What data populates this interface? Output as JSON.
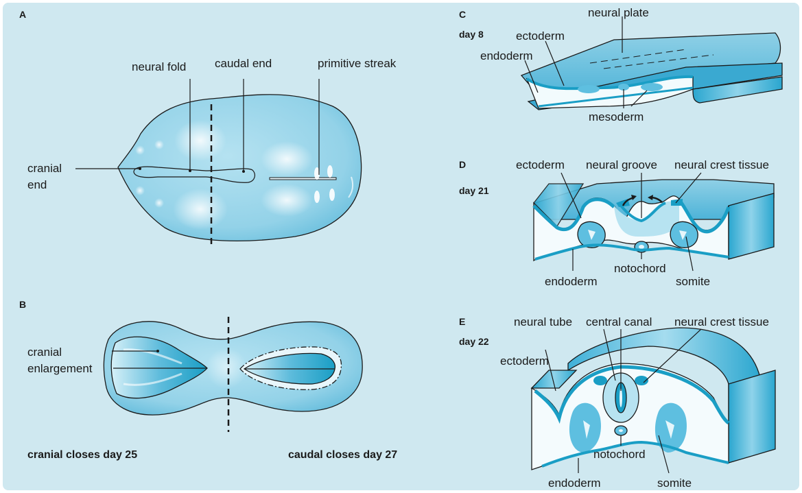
{
  "panels": {
    "a": {
      "letter": "A",
      "neural_fold": "neural fold",
      "caudal_end": "caudal end",
      "primitive_streak": "primitive streak",
      "cranial_end_1": "cranial",
      "cranial_end_2": "end"
    },
    "b": {
      "letter": "B",
      "cranial_enlargement_1": "cranial",
      "cranial_enlargement_2": "enlargement",
      "cranial_closes": "cranial closes day 25",
      "caudal_closes": "caudal closes day 27"
    },
    "c": {
      "letter": "C",
      "day": "day 8",
      "neural_plate": "neural plate",
      "ectoderm": "ectoderm",
      "endoderm": "endoderm",
      "mesoderm": "mesoderm"
    },
    "d": {
      "letter": "D",
      "day": "day 21",
      "ectoderm": "ectoderm",
      "neural_groove": "neural groove",
      "neural_crest_tissue": "neural crest tissue",
      "notochord": "notochord",
      "endoderm": "endoderm",
      "somite": "somite"
    },
    "e": {
      "letter": "E",
      "day": "day 22",
      "neural_tube": "neural tube",
      "central_canal": "central canal",
      "neural_crest_tissue": "neural crest tissue",
      "ectoderm": "ectoderm",
      "notochord": "notochord",
      "endoderm": "endoderm",
      "somite": "somite"
    }
  },
  "colors": {
    "background": "#cfe8f0",
    "tissue_light": "#9fd6ea",
    "tissue_dark": "#1a9ec5",
    "cut_face": "#f4fbfd",
    "text": "#1a1a1a"
  }
}
